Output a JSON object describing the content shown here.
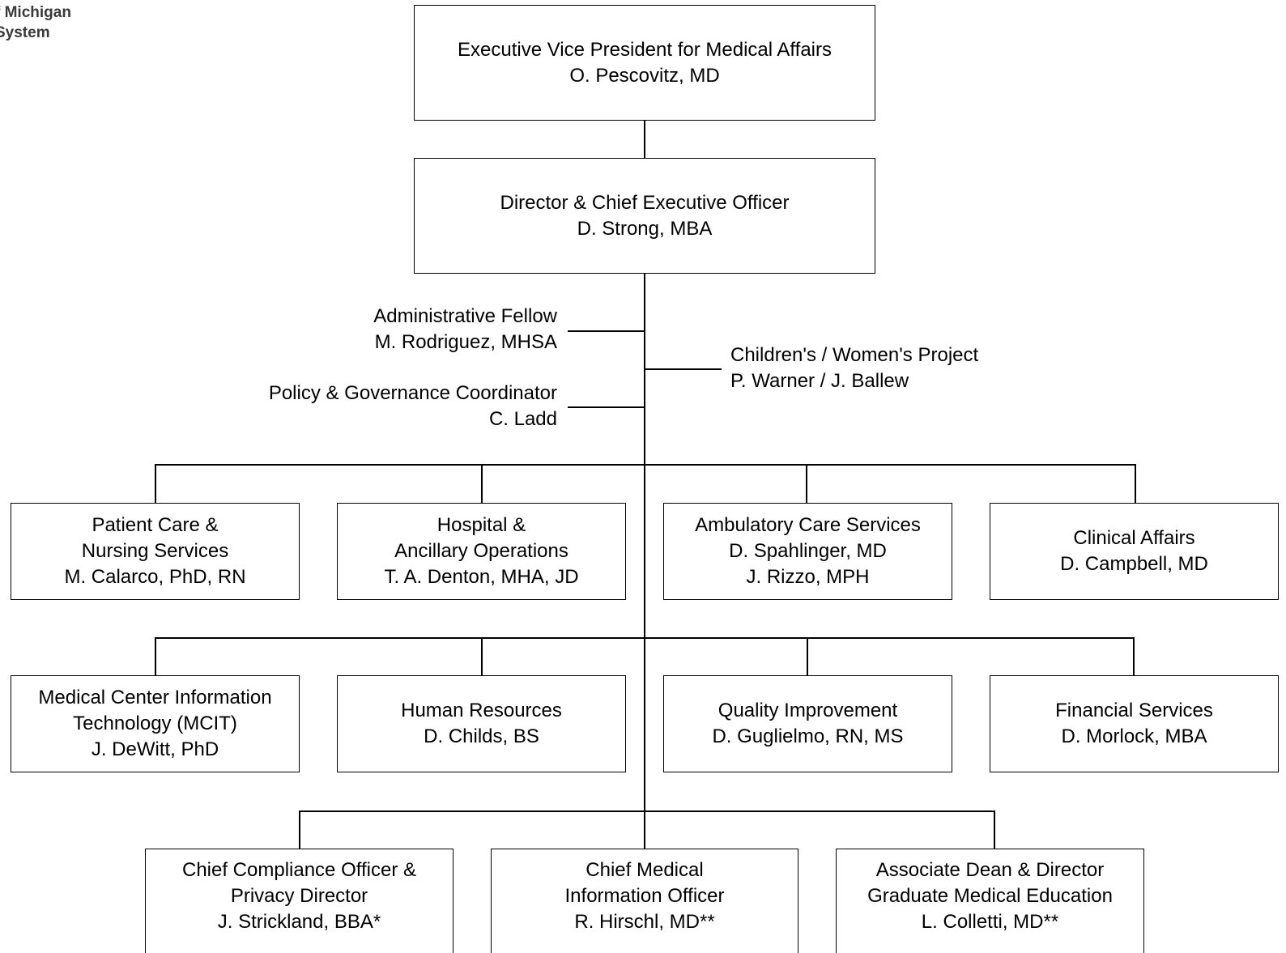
{
  "logo": {
    "line1": "f Michigan",
    "line2": "System"
  },
  "chart": {
    "top": {
      "title": "Executive Vice President for Medical Affairs",
      "name": "O. Pescovitz, MD"
    },
    "ceo": {
      "title": "Director & Chief Executive Officer",
      "name": "D. Strong, MBA"
    },
    "staff": {
      "fellow": {
        "title": "Administrative Fellow",
        "name": "M. Rodriguez, MHSA"
      },
      "policy": {
        "title": "Policy & Governance Coordinator",
        "name": "C. Ladd"
      },
      "project": {
        "title": "Children's / Women's Project",
        "name": "P. Warner / J. Ballew"
      }
    },
    "row1": [
      {
        "lines": [
          "Patient Care &",
          "Nursing Services",
          "M. Calarco, PhD, RN"
        ]
      },
      {
        "lines": [
          "Hospital &",
          "Ancillary Operations",
          "T. A. Denton, MHA, JD"
        ]
      },
      {
        "lines": [
          "Ambulatory Care Services",
          "D. Spahlinger, MD",
          "J. Rizzo, MPH"
        ]
      },
      {
        "lines": [
          "Clinical Affairs",
          "D. Campbell, MD"
        ]
      }
    ],
    "row2": [
      {
        "lines": [
          "Medical Center Information",
          "Technology (MCIT)",
          "J. DeWitt, PhD"
        ]
      },
      {
        "lines": [
          "Human Resources",
          "D. Childs, BS"
        ]
      },
      {
        "lines": [
          "Quality Improvement",
          "D. Guglielmo, RN, MS"
        ]
      },
      {
        "lines": [
          "Financial Services",
          "D. Morlock, MBA"
        ]
      }
    ],
    "row3": [
      {
        "lines": [
          "Chief Compliance Officer &",
          "Privacy Director",
          "J. Strickland, BBA*"
        ]
      },
      {
        "lines": [
          "Chief Medical",
          "Information Officer",
          "R. Hirschl, MD**"
        ]
      },
      {
        "lines": [
          "Associate Dean & Director",
          "Graduate Medical Education",
          "L. Colletti, MD**"
        ]
      }
    ]
  }
}
